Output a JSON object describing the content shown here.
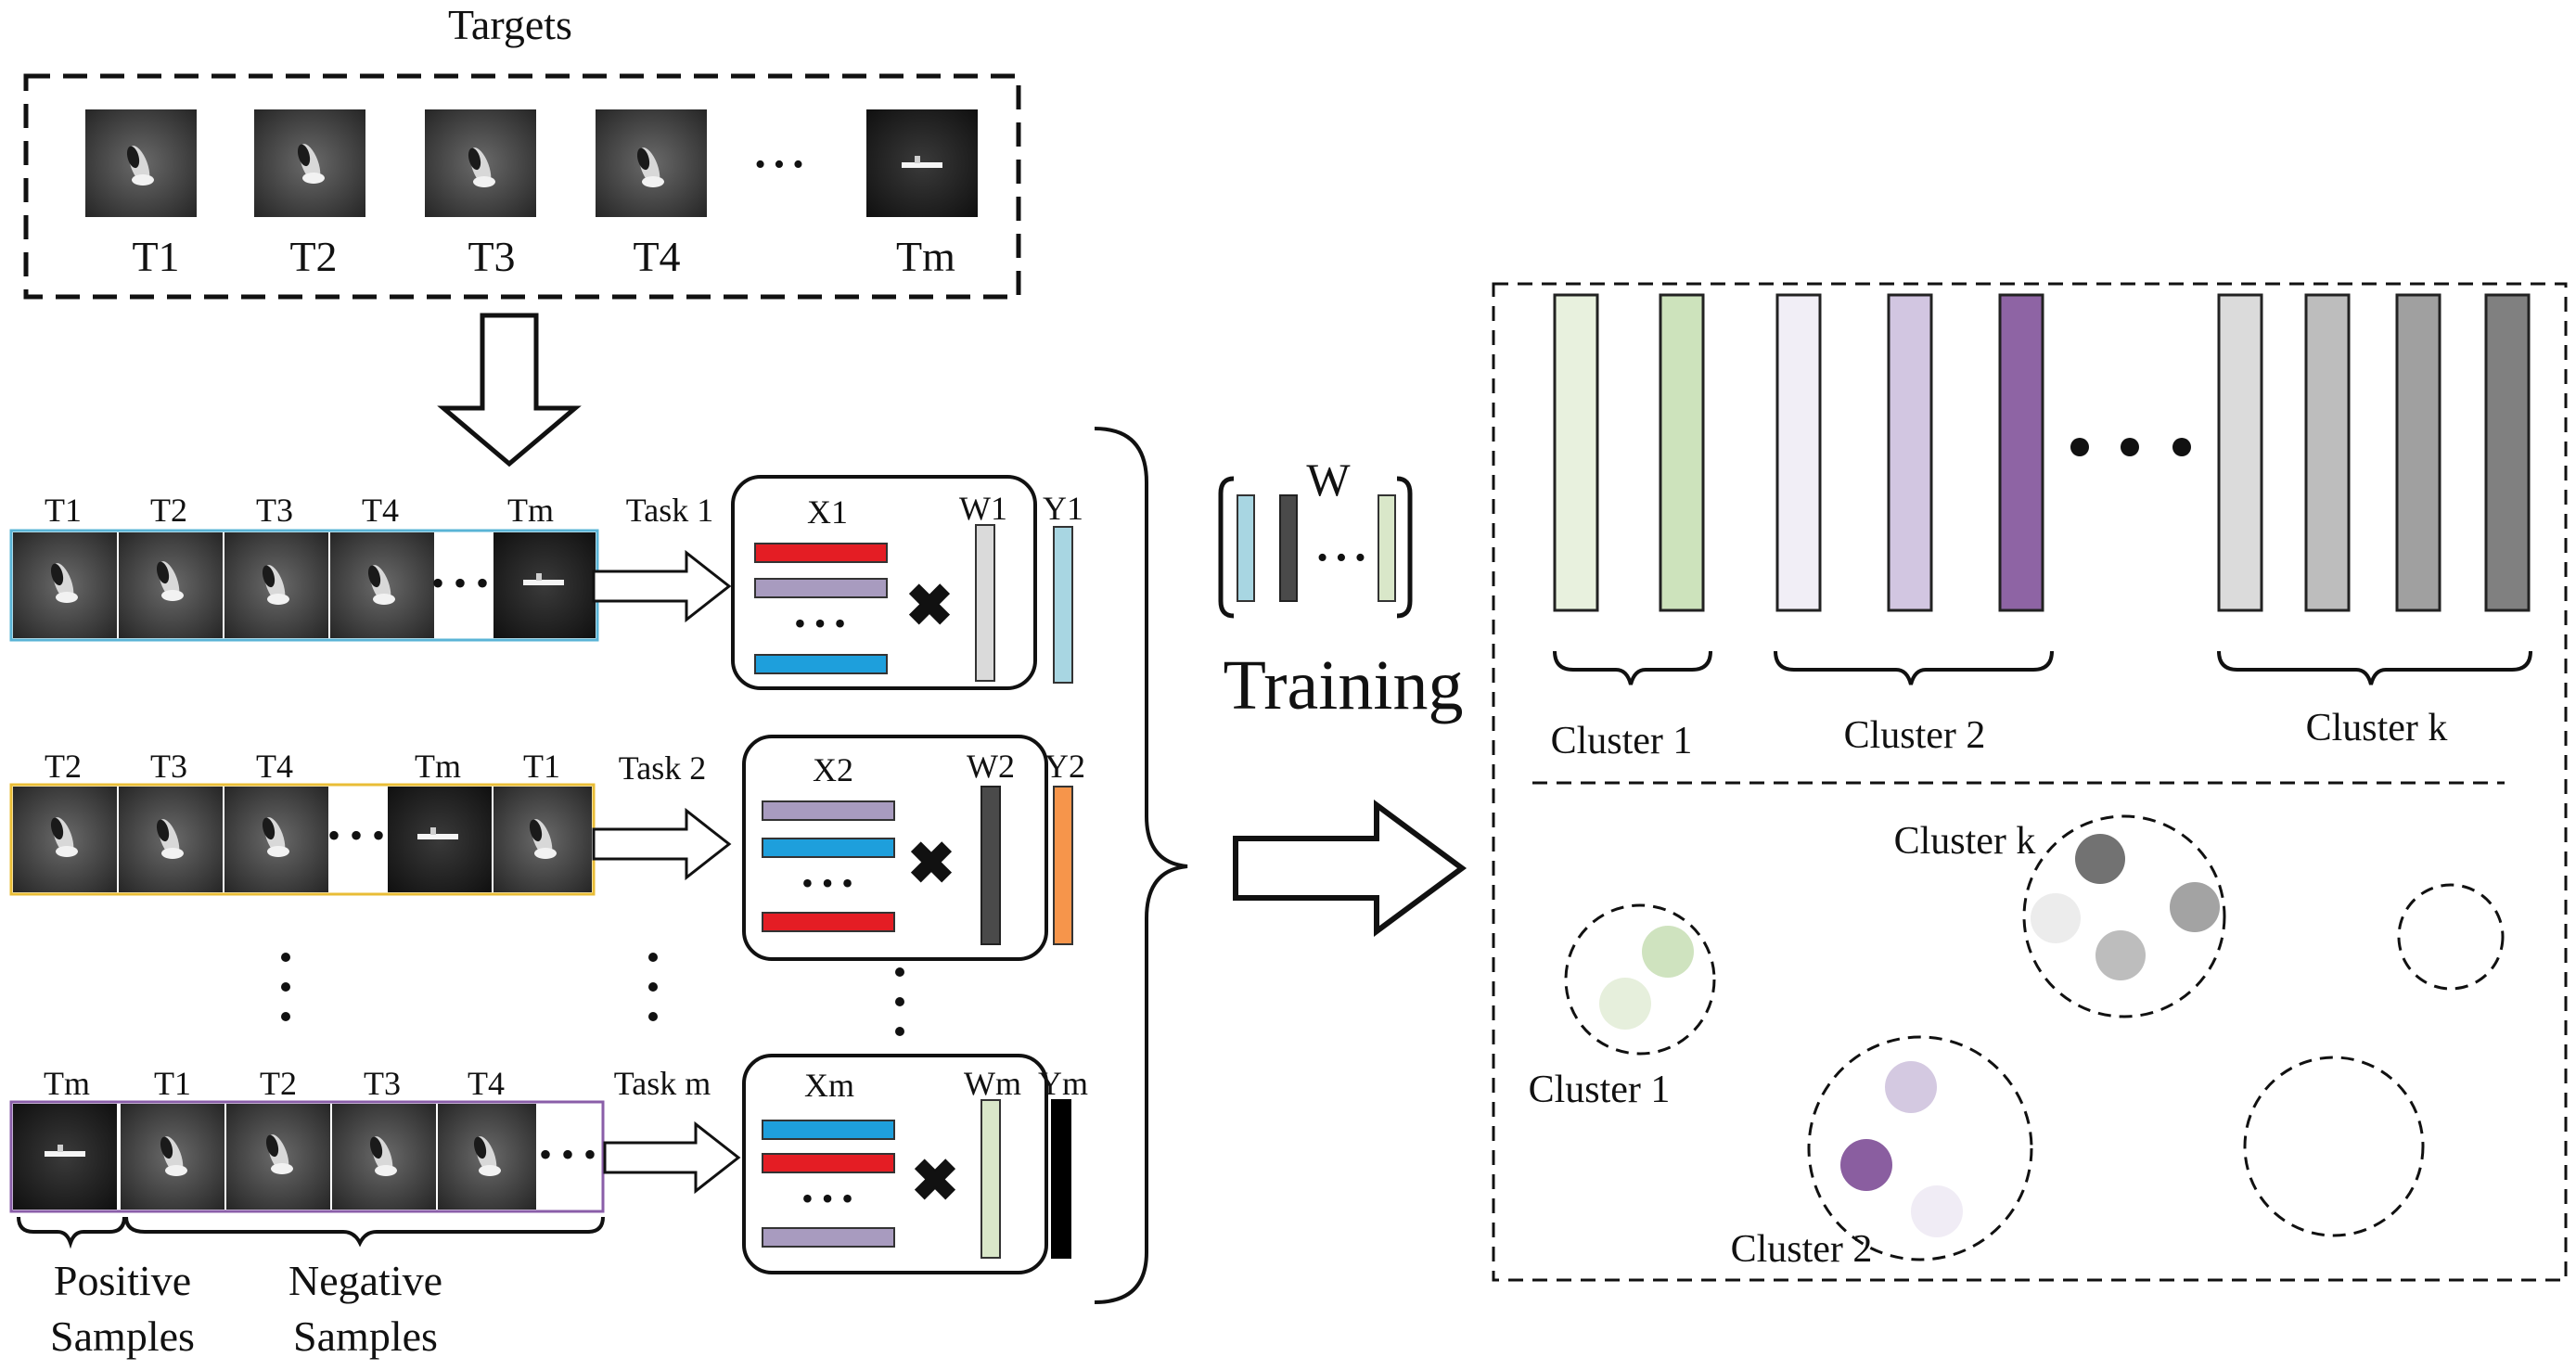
{
  "targets": {
    "title": "Targets",
    "labels": [
      "T1",
      "T2",
      "T3",
      "T4",
      "Tm"
    ],
    "ellipsis": "• • •"
  },
  "tasks": [
    {
      "label": "Task 1",
      "strip_labels": [
        "T1",
        "T2",
        "T3",
        "T4",
        "Tm"
      ],
      "strip_color": "#5ab4d6",
      "x_label": "X1",
      "w_label": "W1",
      "y_label": "Y1",
      "x_bars": [
        "#e41d24",
        "#a89bbf",
        "#1e9fdc"
      ],
      "w_color": "#dadada",
      "y_color": "#a8d6e2"
    },
    {
      "label": "Task 2",
      "strip_labels": [
        "T2",
        "T3",
        "T4",
        "Tm",
        "T1"
      ],
      "strip_color": "#e9bd36",
      "x_label": "X2",
      "w_label": "W2",
      "y_label": "Y2",
      "x_bars": [
        "#a89bbf",
        "#1e9fdc",
        "#e41d24"
      ],
      "w_color": "#4a4a4a",
      "y_color": "#f6954b"
    },
    {
      "label": "Task m",
      "strip_labels": [
        "Tm",
        "T1",
        "T2",
        "T3",
        "T4"
      ],
      "strip_color": "#8a5ea8",
      "x_label": "Xm",
      "w_label": "Wm",
      "y_label": "Ym",
      "x_bars": [
        "#1e9fdc",
        "#e41d24",
        "#a89bbf"
      ],
      "w_color": "#d9e7c9",
      "y_color": "#000000"
    }
  ],
  "samples": {
    "positive": [
      "Positive",
      "Samples"
    ],
    "negative": [
      "Negative",
      "Samples"
    ]
  },
  "training": {
    "label": "Training",
    "w_label": "W"
  },
  "clusters_top": {
    "labels": [
      "Cluster 1",
      "Cluster 2",
      "Cluster k"
    ],
    "cluster1_colors": [
      "#e8f1de",
      "#cde3bc"
    ],
    "cluster2_colors": [
      "#f1eef6",
      "#d2c6e1",
      "#8e64a4"
    ],
    "clusterk_colors": [
      "#dbdbdb",
      "#bdbdbd",
      "#a0a0a0",
      "#808080"
    ]
  },
  "clusters_bottom": {
    "labels": [
      "Cluster k",
      "Cluster 1",
      "Cluster 2"
    ],
    "clusterk_dots": [
      "#727272",
      "#a3a3a3",
      "#ececec",
      "#bdbdbd"
    ],
    "cluster1_dots": [
      "#cfe3bf",
      "#e6efdc"
    ],
    "cluster2_dots": [
      "#d4c9e1",
      "#8a5ea0",
      "#f0ecf5"
    ]
  }
}
